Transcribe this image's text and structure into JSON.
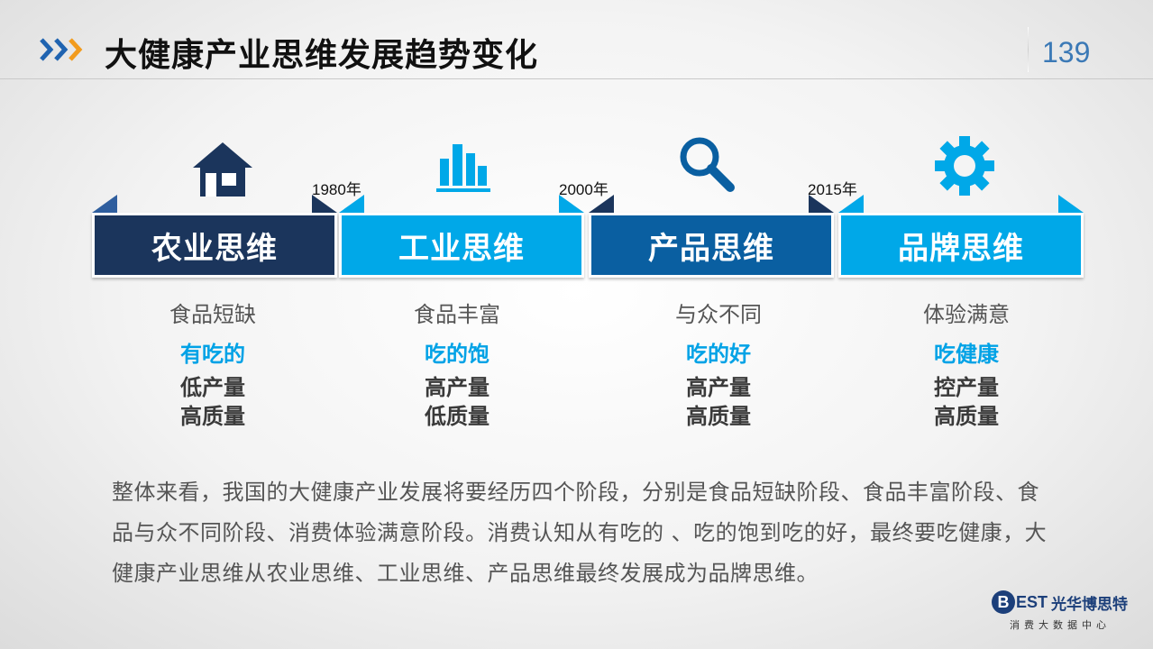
{
  "header": {
    "title": "大健康产业思维发展趋势变化",
    "page_number": "139"
  },
  "stages": [
    {
      "label": "农业思维",
      "icon": "house-icon",
      "line1": "食品短缺",
      "line2": "有吃的",
      "line3": "低产量",
      "line4": "高质量"
    },
    {
      "label": "工业思维",
      "icon": "bar-chart-icon",
      "line1": "食品丰富",
      "line2": "吃的饱",
      "line3": "高产量",
      "line4": "低质量"
    },
    {
      "label": "产品思维",
      "icon": "search-icon",
      "line1": "与众不同",
      "line2": "吃的好",
      "line3": "高产量",
      "line4": "高质量"
    },
    {
      "label": "品牌思维",
      "icon": "gear-icon",
      "line1": "体验满意",
      "line2": "吃健康",
      "line3": "控产量",
      "line4": "高质量"
    }
  ],
  "years": [
    "1980年",
    "2000年",
    "2015年"
  ],
  "summary": "整体来看，我国的大健康产业发展将要经历四个阶段，分别是食品短缺阶段、食品丰富阶段、食品与众不同阶段、消费体验满意阶段。消费认知从有吃的 、吃的饱到吃的好，最终要吃健康，大健康产业思维从农业思维、工业思维、产品思维最终发展成为品牌思维。",
  "logo": {
    "mark": "B",
    "text": "EST",
    "cn": "光华博思特",
    "sub": "消费大数据中心"
  },
  "colors": {
    "navy": "#1b355c",
    "cyan": "#00a8e8",
    "royal": "#0a5fa1",
    "highlight": "#00a2e6",
    "page_number": "#3b79b6"
  }
}
